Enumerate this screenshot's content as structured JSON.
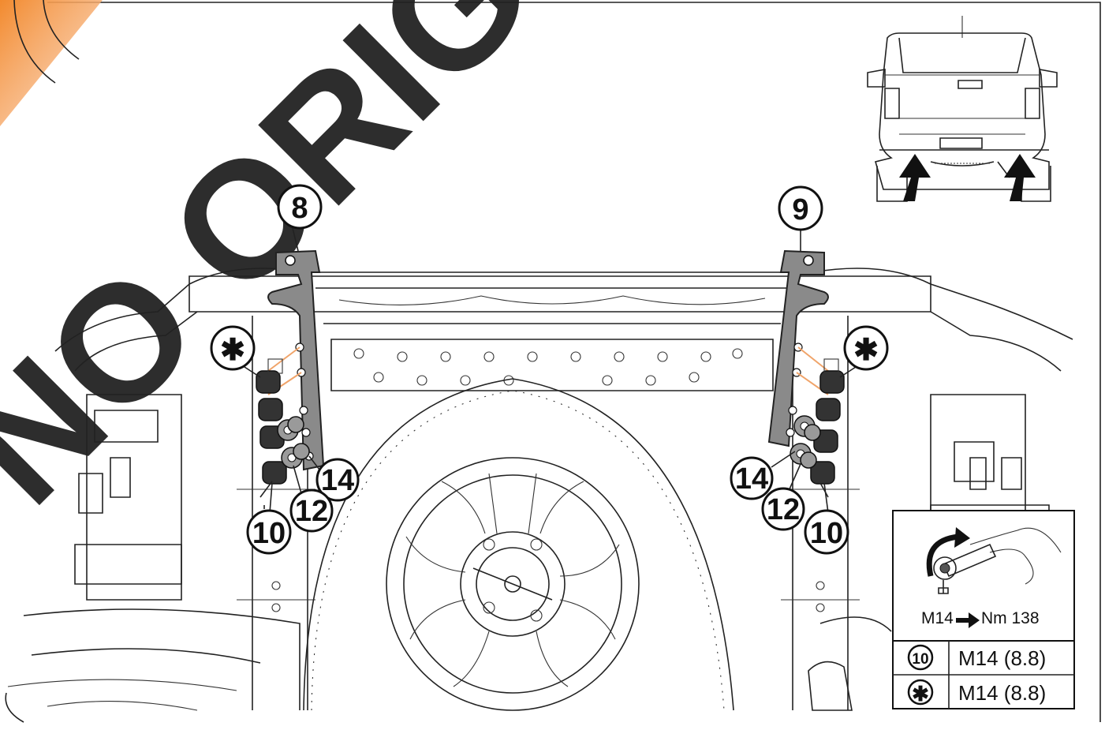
{
  "watermark": {
    "text": "NO ORIGINAL",
    "color": "#222222"
  },
  "corner_badge_color": "#f28a2e",
  "callouts": {
    "left_bracket": "8",
    "right_bracket": "9",
    "left_bolt": "10",
    "right_bolt": "10",
    "left_washer": "12",
    "right_washer": "12",
    "left_plate": "14",
    "right_plate": "14",
    "left_star": "✱",
    "right_star": "✱"
  },
  "torque_panel": {
    "spec": "M14",
    "unit": "Nm 138"
  },
  "spec_table": {
    "rows": [
      {
        "symbol": "10",
        "value": "M14 (8.8)"
      },
      {
        "symbol": "✱",
        "value": "M14 (8.8)"
      }
    ]
  },
  "icons": [
    "wrench-icon",
    "rotation-arrow-icon",
    "arrow-right-icon",
    "star-icon"
  ]
}
